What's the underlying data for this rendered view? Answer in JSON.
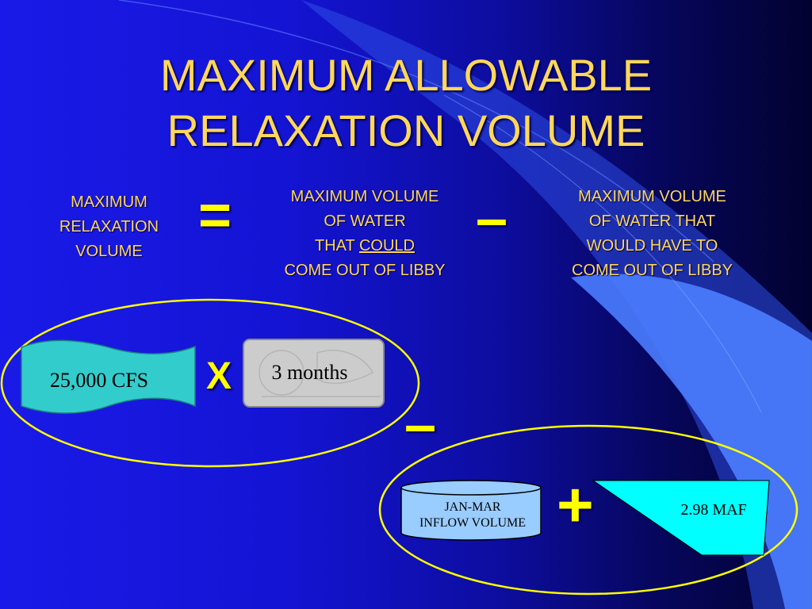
{
  "slide": {
    "title_line1": "MAXIMUM ALLOWABLE",
    "title_line2": "RELAXATION VOLUME",
    "left_def": [
      "MAXIMUM",
      "RELAXATION",
      "VOLUME"
    ],
    "equals_sign": "=",
    "middle_def": {
      "line1": "MAXIMUM VOLUME",
      "line2": "OF WATER",
      "line3_prefix": "THAT ",
      "line3_underlined": "COULD",
      "line4": "COME OUT OF LIBBY"
    },
    "minus_sign_top": "–",
    "right_def": [
      "MAXIMUM VOLUME",
      "OF WATER THAT",
      "WOULD HAVE TO",
      "COME OUT OF LIBBY"
    ],
    "flow_label": "25,000 CFS",
    "times_sign": "X",
    "duration_label": "3 months",
    "minus_sign_middle": "–",
    "inflow_label_line1": "JAN-MAR",
    "inflow_label_line2": "INFLOW VOLUME",
    "plus_sign": "+",
    "storage_label": "2.98 MAF"
  },
  "colors": {
    "title_text": "#ffd75a",
    "operator": "#ffff00",
    "flow_shape_fill": "#33cccc",
    "calendar_fill": "#cccccc",
    "inflow_cylinder_fill": "#99ccff",
    "storage_shape_fill": "#00ffff",
    "ellipse_stroke": "#ffff00"
  }
}
